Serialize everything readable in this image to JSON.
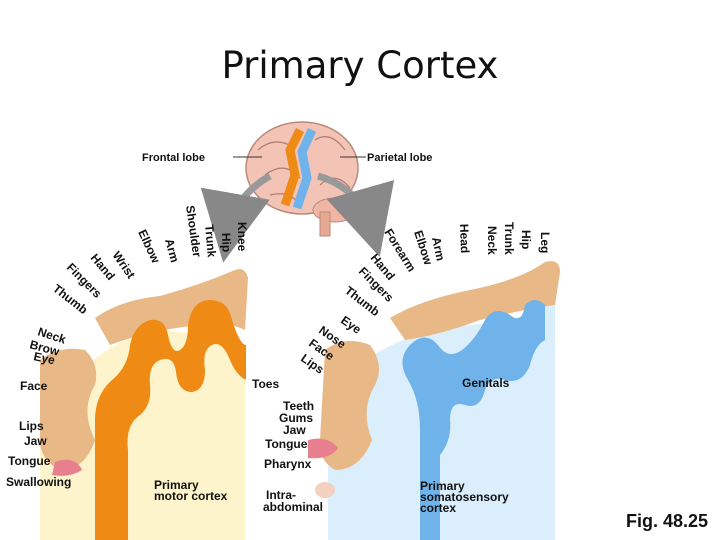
{
  "title": "Primary Cortex",
  "figure_caption": "Fig. 48.25",
  "brain_labels": {
    "frontal": "Frontal lobe",
    "parietal": "Parietal lobe"
  },
  "motor": {
    "title_line1": "Primary",
    "title_line2": "motor cortex",
    "arc_labels": [
      "Thumb",
      "Fingers",
      "Hand",
      "Wrist",
      "Elbow",
      "Arm",
      "Shoulder",
      "Trunk",
      "Hip",
      "Knee"
    ],
    "side_labels": [
      "Neck",
      "Brow",
      "Eye",
      "Face",
      "Lips",
      "Jaw",
      "Tongue",
      "Swallowing"
    ],
    "bottom_label": "Toes"
  },
  "sensory": {
    "title_line1": "Primary",
    "title_line2": "somatosensory",
    "title_line3": "cortex",
    "arc_labels": [
      "Thumb",
      "Fingers",
      "Hand",
      "Forearm",
      "Elbow",
      "Arm",
      "Head",
      "Neck",
      "Trunk",
      "Hip",
      "Leg"
    ],
    "face_labels": [
      "Eye",
      "Nose",
      "Face",
      "Lips"
    ],
    "side_labels": [
      "Teeth",
      "Gums",
      "Jaw",
      "Tongue",
      "Pharynx",
      "Intra-",
      "abdominal"
    ],
    "genitals_label": "Genitals"
  },
  "colors": {
    "motor": "#ef8a14",
    "sensory": "#6fb3ea",
    "motor_bg": "#fdf4cc",
    "sensory_bg": "#dbeefc",
    "body": "#e8b887"
  }
}
